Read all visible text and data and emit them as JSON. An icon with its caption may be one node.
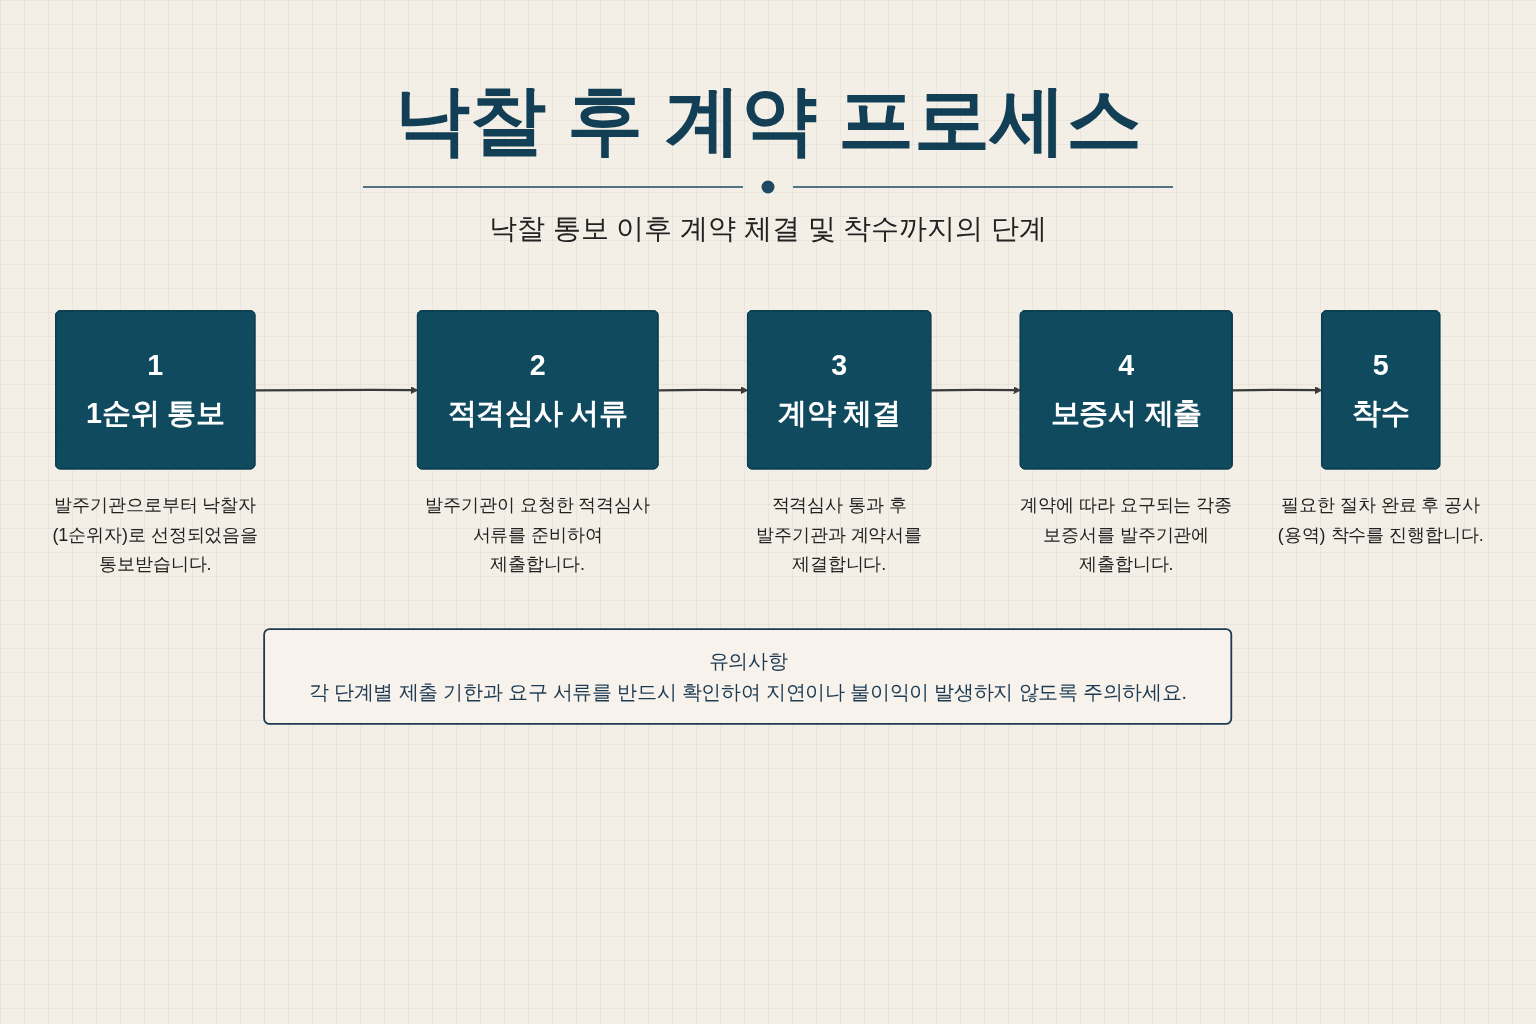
{
  "diagram": {
    "title": "낙찰 후 계약 프로세스",
    "nodes": [
      {
        "text": [
          "1",
          "1순위 통보"
        ],
        "beside": [
          "발주기관으로부터 낙찰자(1순위자)로 선정되었음을 통보받습니다."
        ]
      },
      {
        "text": [
          "2",
          "적격심사 서류"
        ],
        "beside": [
          "발주기관이 요청한 적격심사 서류를 준비하여 제출합니다."
        ]
      },
      {
        "text": [
          "3",
          "계약 체결"
        ],
        "beside": [
          "적격심사 통과 후 발주기관과 계약서를 제결합니다."
        ]
      },
      {
        "text": [
          "4",
          "보증서 제출"
        ],
        "beside": [
          "계약에 따라 요구되는 각종 보증서를 발주기관에 제출합니다."
        ]
      },
      {
        "text": [
          "5",
          "착수"
        ],
        "beside": [
          "필요한 절차 완료 후 공사(용역) 착수를 진행합니다."
        ]
      },
      {
        "text": [
          "유의사항",
          "각 단계별 제출 기한과 요구 서류를 반드시 확인하여 지연이나 불이익이 발생하지 않도록 주의하세요."
        ]
      }
    ],
    "edges": [
      {
        "from": 0,
        "to": 1,
        "arrow": "to"
      },
      {
        "from": 1,
        "to": 2,
        "arrow": "to"
      },
      {
        "from": 2,
        "to": 3,
        "arrow": "to"
      },
      {
        "from": 3,
        "to": 4,
        "arrow": "to"
      }
    ],
    "labels": [
      "낙찰 통보 이후 계약 체결 및 착수까지의 단계"
    ]
  }
}
